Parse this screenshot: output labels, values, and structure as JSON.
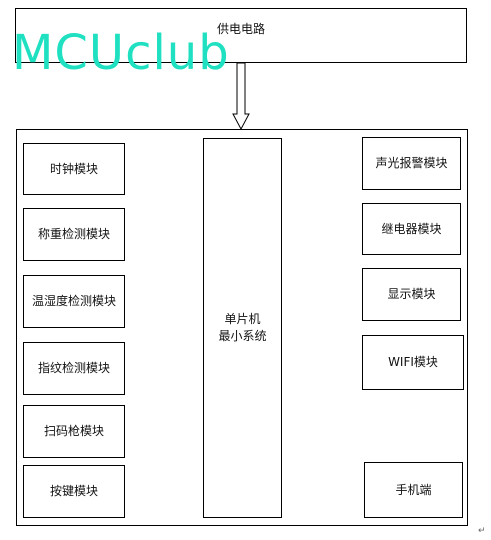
{
  "power": {
    "label": "供电电路"
  },
  "watermark": "MCUclub",
  "mcu": {
    "line1": "单片机",
    "line2": "最小系统"
  },
  "inputs": [
    "时钟模块",
    "称重检测模块",
    "温湿度检测模块",
    "指纹检测模块",
    "扫码枪模块",
    "按键模块"
  ],
  "outputs": [
    "声光报警模块",
    "继电器模块",
    "显示模块",
    "WIFI模块"
  ],
  "phone": "手机端",
  "paragraph_mark": "↵"
}
